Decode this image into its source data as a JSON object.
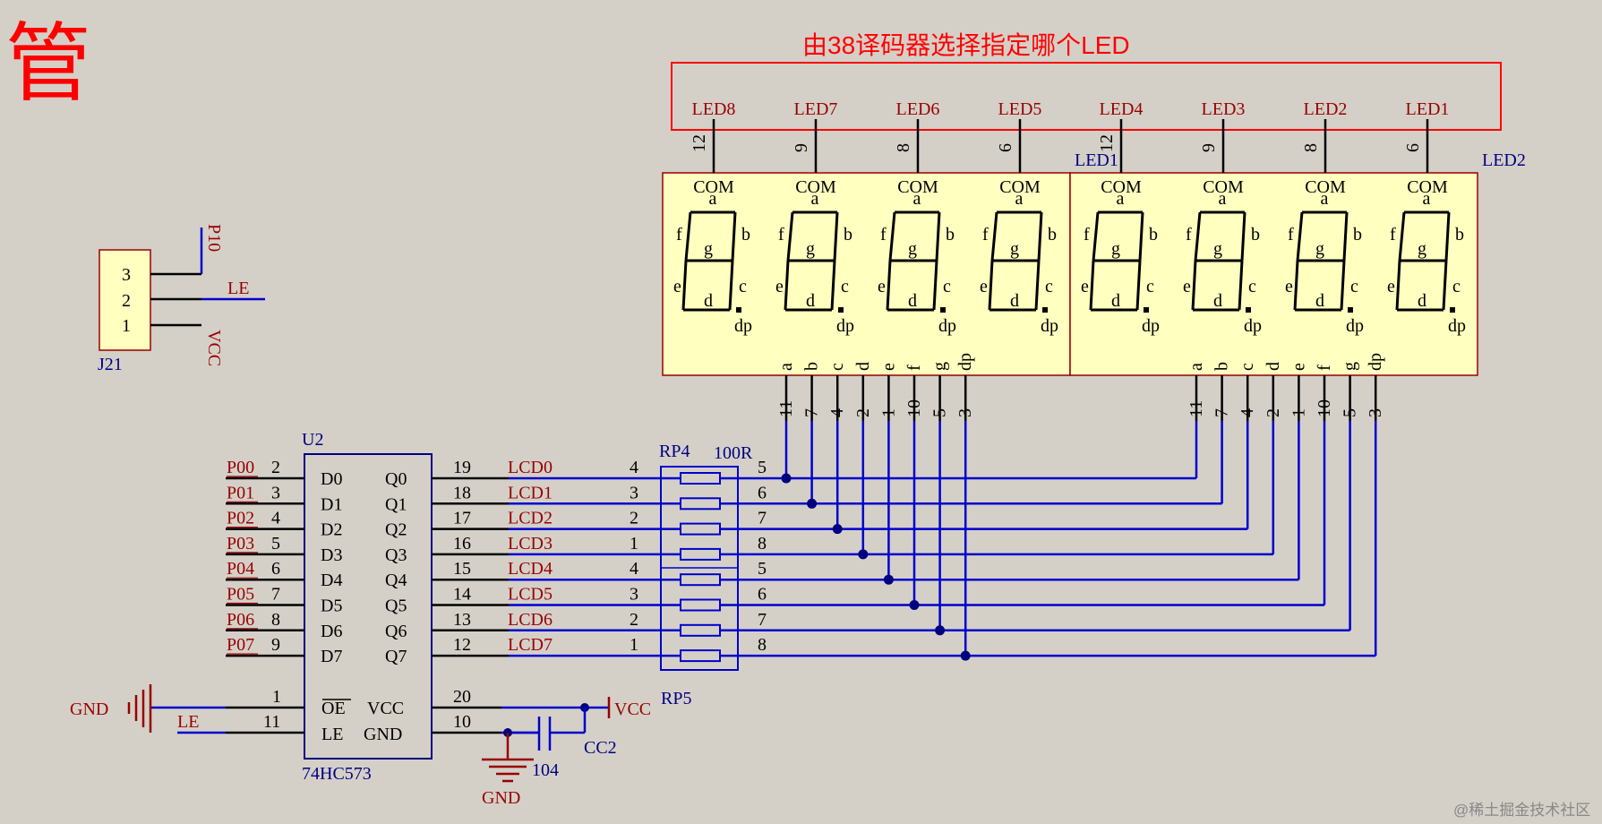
{
  "title_fragment": "管",
  "annotation": "由38译码器选择指定哪个LED",
  "watermark": "@稀土掘金技术社区",
  "colors": {
    "background": "#d4d0c8",
    "wire": "#0000cc",
    "net_label": "#990000",
    "designator": "#000080",
    "annotation": "#ff0000",
    "display_fill": "#ffffc0",
    "ink": "#000000"
  },
  "connector": {
    "designator": "J21",
    "pins": [
      "3",
      "2",
      "1"
    ],
    "nets": [
      "P10",
      "LE",
      "VCC"
    ]
  },
  "latch": {
    "designator": "U2",
    "part": "74HC573",
    "inputs": [
      {
        "net": "P00",
        "pin": "2",
        "name": "D0"
      },
      {
        "net": "P01",
        "pin": "3",
        "name": "D1"
      },
      {
        "net": "P02",
        "pin": "4",
        "name": "D2"
      },
      {
        "net": "P03",
        "pin": "5",
        "name": "D3"
      },
      {
        "net": "P04",
        "pin": "6",
        "name": "D4"
      },
      {
        "net": "P05",
        "pin": "7",
        "name": "D5"
      },
      {
        "net": "P06",
        "pin": "8",
        "name": "D6"
      },
      {
        "net": "P07",
        "pin": "9",
        "name": "D7"
      }
    ],
    "outputs": [
      {
        "name": "Q0",
        "pin": "19",
        "net": "LCD0"
      },
      {
        "name": "Q1",
        "pin": "18",
        "net": "LCD1"
      },
      {
        "name": "Q2",
        "pin": "17",
        "net": "LCD2"
      },
      {
        "name": "Q3",
        "pin": "16",
        "net": "LCD3"
      },
      {
        "name": "Q4",
        "pin": "15",
        "net": "LCD4"
      },
      {
        "name": "Q5",
        "pin": "14",
        "net": "LCD5"
      },
      {
        "name": "Q6",
        "pin": "13",
        "net": "LCD6"
      },
      {
        "name": "Q7",
        "pin": "12",
        "net": "LCD7"
      }
    ],
    "oe": {
      "name": "OE",
      "pin": "1",
      "net": "GND"
    },
    "le": {
      "name": "LE",
      "pin": "11",
      "net": "LE"
    },
    "vcc": {
      "name": "VCC",
      "pin": "20",
      "net": "VCC"
    },
    "gnd": {
      "name": "GND",
      "pin": "10",
      "net": "GND"
    }
  },
  "capacitor": {
    "designator": "CC2",
    "value": "104"
  },
  "resistor_networks": {
    "upper": "RP4",
    "lower": "RP5",
    "value": "100R",
    "left_pins": [
      "4",
      "3",
      "2",
      "1",
      "4",
      "3",
      "2",
      "1"
    ],
    "right_pins": [
      "5",
      "6",
      "7",
      "8",
      "5",
      "6",
      "7",
      "8"
    ]
  },
  "displays": [
    {
      "designator": "LED1",
      "digits": [
        "LED8",
        "LED7",
        "LED6",
        "LED5"
      ],
      "com_pins": [
        "12",
        "9",
        "8",
        "6"
      ]
    },
    {
      "designator": "LED2",
      "digits": [
        "LED4",
        "LED3",
        "LED2",
        "LED1"
      ],
      "com_pins": [
        "12",
        "9",
        "8",
        "6"
      ]
    }
  ],
  "digit_labels": {
    "com": "COM",
    "a": "a",
    "b": "b",
    "c": "c",
    "d": "d",
    "e": "e",
    "f": "f",
    "g": "g",
    "dp": "dp"
  },
  "segment_pins": [
    {
      "seg": "a",
      "pin": "11"
    },
    {
      "seg": "b",
      "pin": "7"
    },
    {
      "seg": "c",
      "pin": "4"
    },
    {
      "seg": "d",
      "pin": "2"
    },
    {
      "seg": "e",
      "pin": "1"
    },
    {
      "seg": "f",
      "pin": "10"
    },
    {
      "seg": "g",
      "pin": "5"
    },
    {
      "seg": "dp",
      "pin": "3"
    }
  ]
}
